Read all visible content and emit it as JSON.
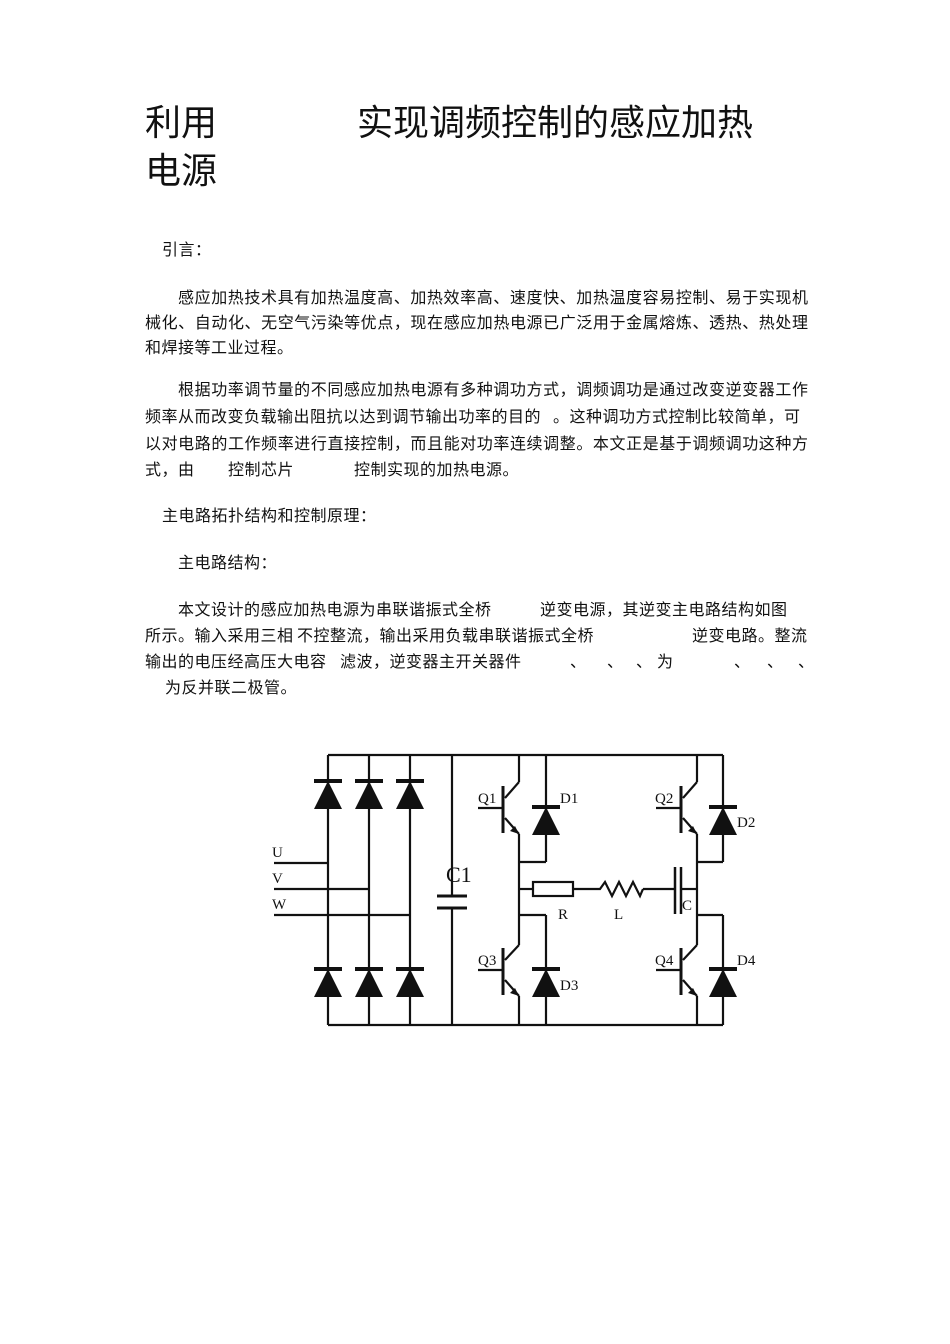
{
  "title": {
    "part1": "利用",
    "part2": "实现调频控制的感应加热",
    "line2": "电源"
  },
  "intro_heading": "引言：",
  "p1": [
    "感应加热技术具有加热温度高、加热效率高、速度快、加热温度容易控制、易于实现机",
    "械化、自动化、无空气污染等优点，现在感应加热电源已广泛用于金属熔炼、透热、热处理",
    "和焊接等工业过程。"
  ],
  "p2": {
    "l1": "根据功率调节量的不同感应加热电源有多种调功方式，调频调功是通过改变逆变器工作",
    "l2a": "频率从而改变负载输出阻抗以达到调节输出功率的目的",
    "l2b": "。这种调功方式控制比较简单，可",
    "l3": "以对电路的工作频率进行直接控制，而且能对功率连续调整。本文正是基于调频调功这种方",
    "l4a": "式，由",
    "l4b": "控制芯片",
    "l4c": "控制实现的加热电源。"
  },
  "section_heading": "主电路拓扑结构和控制原理：",
  "subsection_heading": "主电路结构：",
  "p3": {
    "l1a": "本文设计的感应加热电源为串联谐振式全桥",
    "l1b": "逆变电源，其逆变主电路结构如图",
    "l2a": "所示。输入采用三相",
    "l2b": "不控整流，输出采用负载串联谐振式全桥",
    "l2c": "逆变电路。整流",
    "l3a": "输出的电压经高压大电容",
    "l3b": "滤波，逆变器主开关器件",
    "sep": "、",
    "l3c": "为",
    "l4": "为反并联二极管。"
  },
  "diagram": {
    "inputs": [
      "U",
      "V",
      "W"
    ],
    "capacitor_main": "C1",
    "switches": [
      "Q1",
      "Q2",
      "Q3",
      "Q4"
    ],
    "diodes": [
      "D1",
      "D2",
      "D3",
      "D4"
    ],
    "load": {
      "resistor": "R",
      "inductor": "L",
      "capacitor": "C"
    }
  }
}
